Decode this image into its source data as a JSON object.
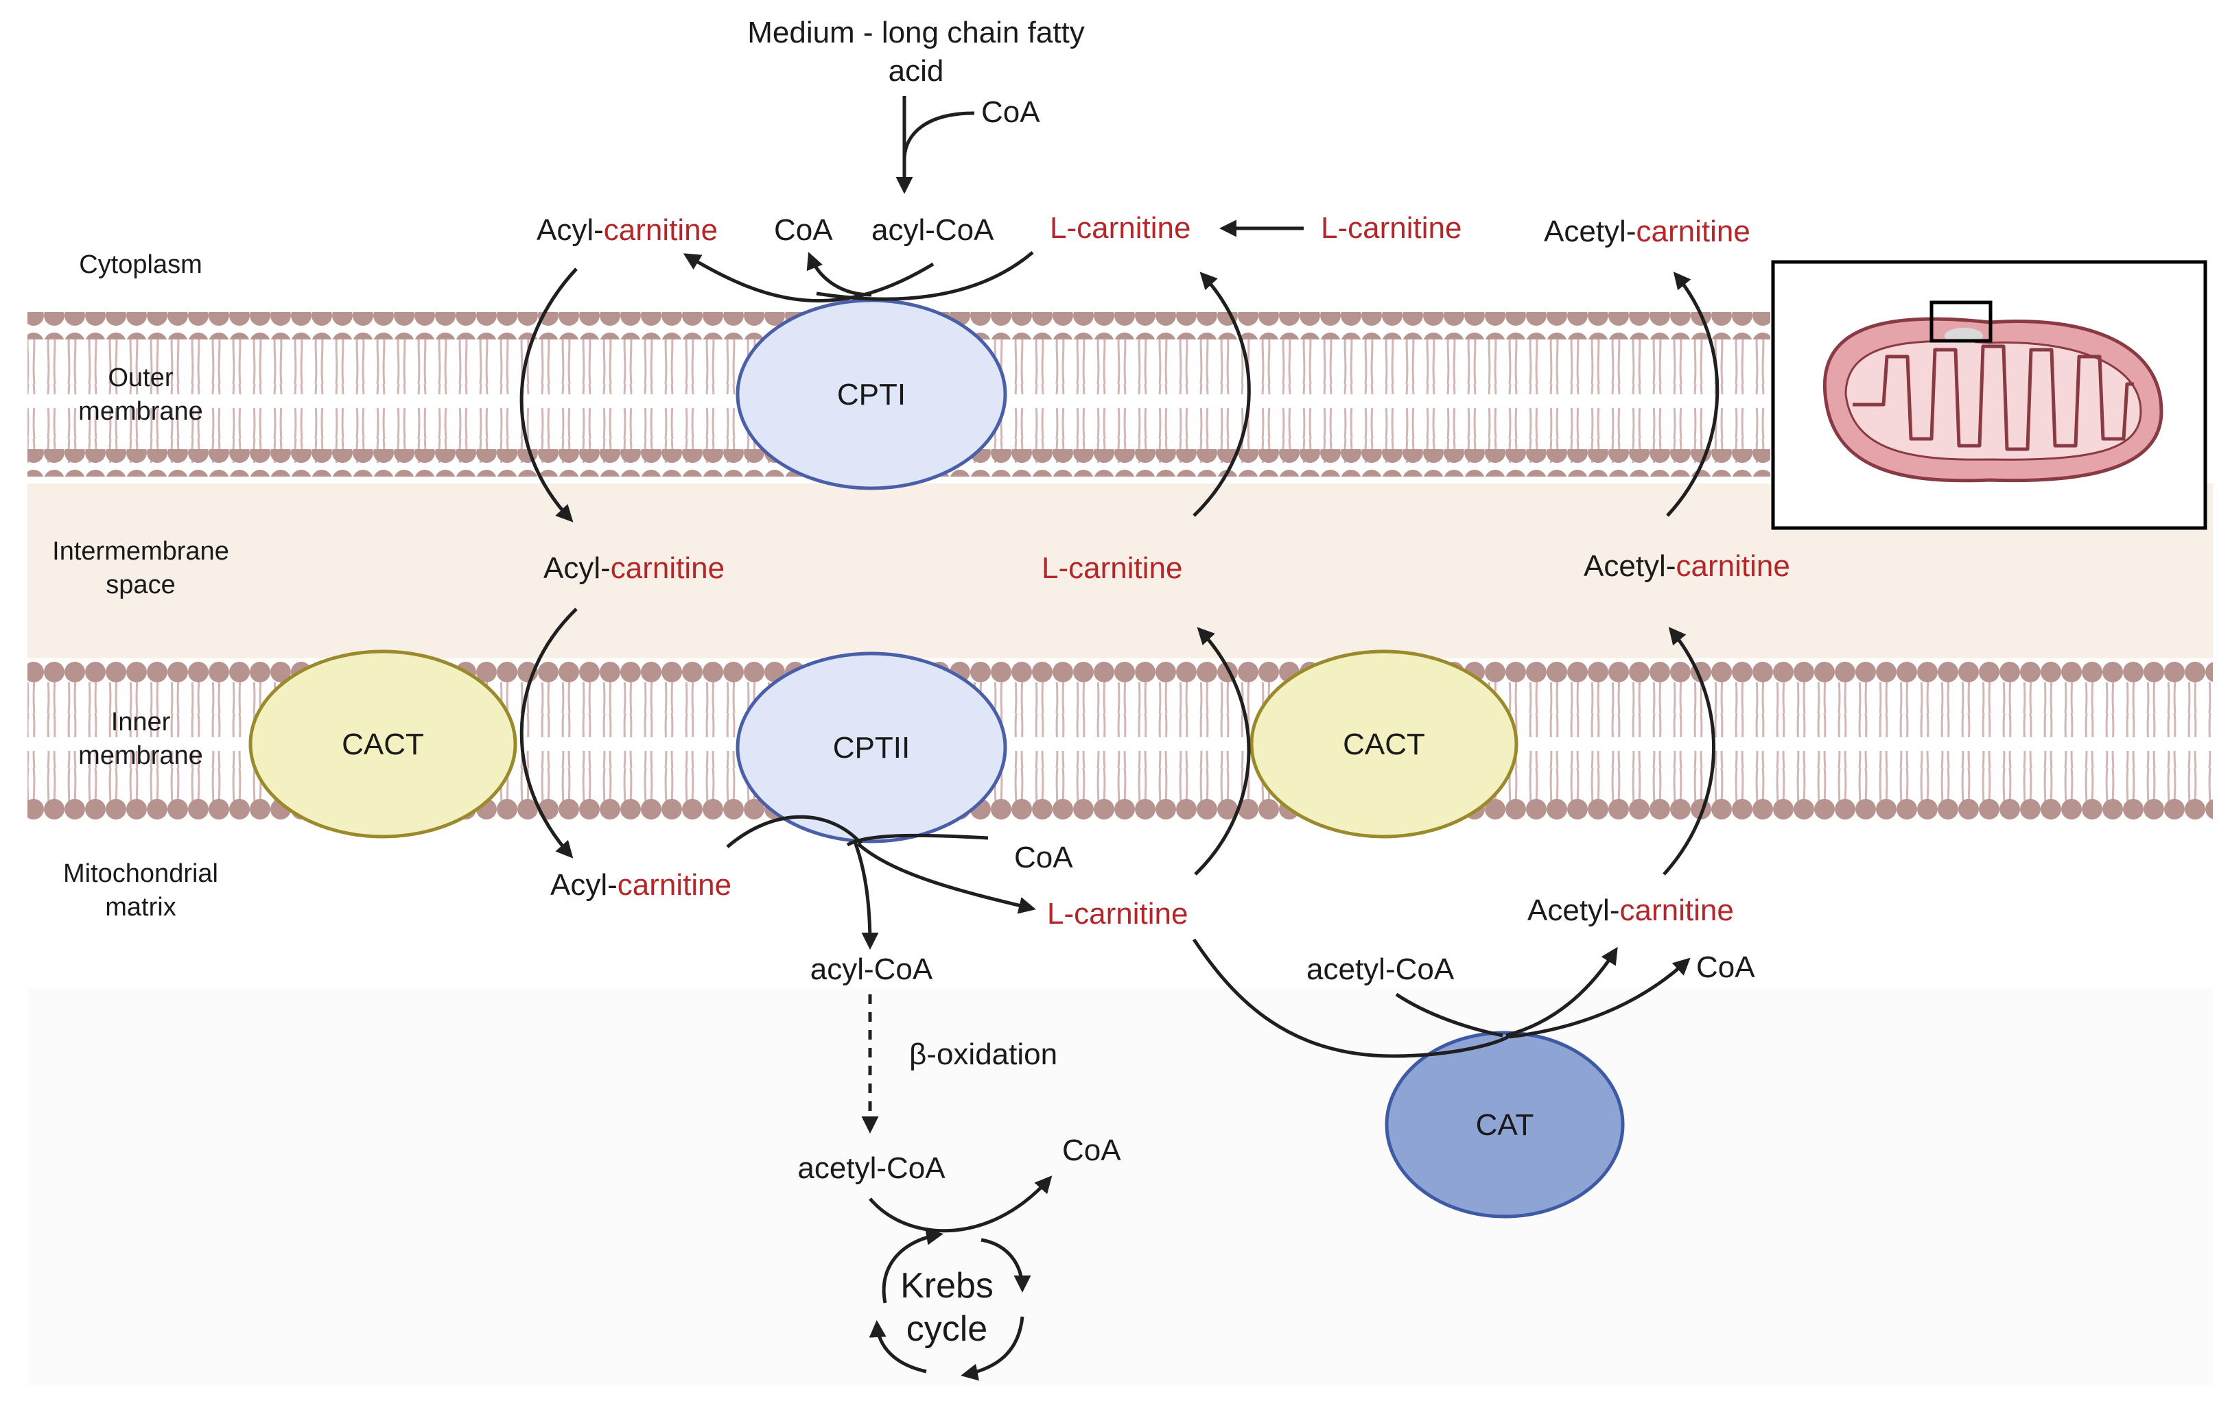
{
  "colors": {
    "membrane_head": "#b7938f",
    "membrane_tail": "#d3b5b3",
    "intermembrane_band": "#f8efe7",
    "matrix_band": "#fbfbfb",
    "cpt": "#dfe6f8",
    "cpt_stroke": "#4a5fa8",
    "cact": "#f3f0c2",
    "cact_stroke": "#9a8a2c",
    "cat": "#8ea4d4",
    "cat_stroke": "#3e5aa4",
    "carnitine_red": "#b3262a",
    "mito_fill": "#e4a4aa",
    "mito_inner": "#f6d8da",
    "mito_stroke": "#8a3a42"
  },
  "regions": {
    "cytoplasm": "Cytoplasm",
    "outer_membrane": [
      "Outer",
      "membrane"
    ],
    "intermembrane_space": [
      "Intermembrane",
      "space"
    ],
    "inner_membrane": [
      "Inner",
      "membrane"
    ],
    "mitochondrial_matrix": [
      "Mitochondrial",
      "matrix"
    ]
  },
  "enzymes": {
    "cpt1": "CPTI",
    "cpt2": "CPTII",
    "cact_left": "CACT",
    "cact_right": "CACT",
    "cat": "CAT"
  },
  "labels": {
    "fatty_acid": [
      "Medium - long chain fatty",
      "acid"
    ],
    "coa_top": "CoA",
    "acyl_prefix": "Acyl-",
    "acetyl_prefix": "Acetyl-",
    "carnitine": "carnitine",
    "l_carnitine": "L-carnitine",
    "coa": "CoA",
    "acyl_coa": "acyl-CoA",
    "acetyl_coa": "acetyl-CoA",
    "beta_oxidation": "β-oxidation",
    "krebs": [
      "Krebs",
      "cycle"
    ]
  }
}
